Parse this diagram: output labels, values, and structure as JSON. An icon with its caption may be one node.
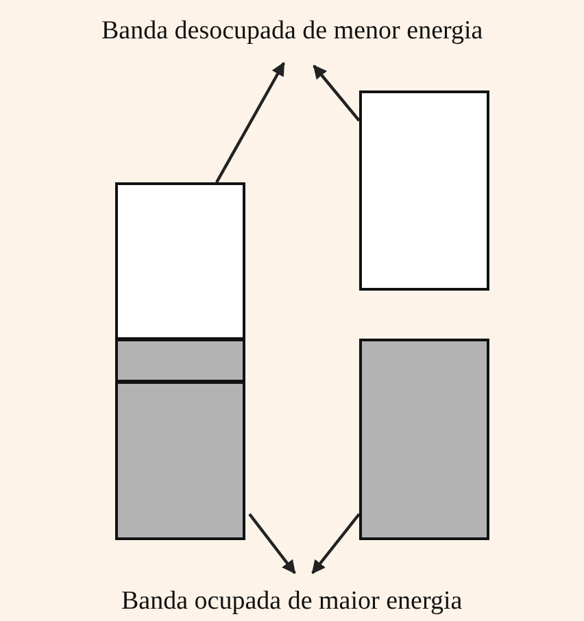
{
  "diagram": {
    "nodes": [
      {
        "text": [
          "Banda desocupada de menor energia"
        ]
      },
      {
        "text": [],
        "shape": "box"
      },
      {
        "text": [],
        "shape": "box"
      },
      {
        "text": [],
        "shape": "box"
      },
      {
        "text": [],
        "shape": "box"
      },
      {
        "text": [],
        "shape": "box"
      },
      {
        "text": [
          "Banda ocupada de maior energia"
        ]
      }
    ],
    "edges": [
      {
        "from": 2,
        "to": 0,
        "arrow": "to"
      },
      {
        "from": 1,
        "to": 0,
        "arrow": "to"
      },
      {
        "from": 5,
        "to": 6,
        "arrow": "to"
      },
      {
        "from": 4,
        "to": 6,
        "arrow": "to"
      }
    ]
  }
}
